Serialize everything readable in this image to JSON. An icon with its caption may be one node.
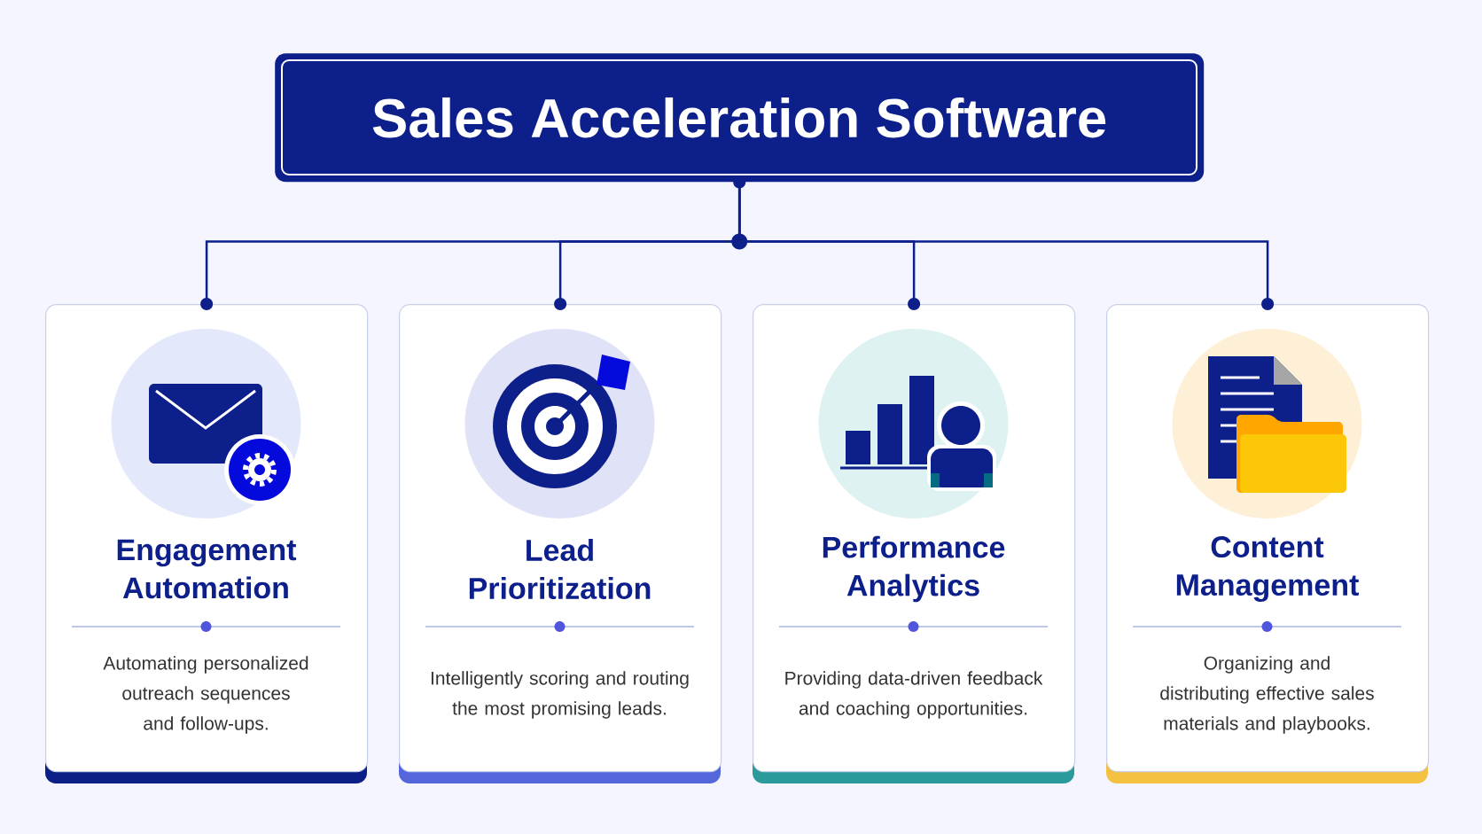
{
  "diagram": {
    "nodes": [
      {
        "text": [
          "Sales Acceleration Software"
        ]
      },
      {
        "text": [
          "Engagement Automation",
          "Automating personalized outreach sequences and follow-ups."
        ]
      },
      {
        "text": [
          "Lead Prioritization",
          "Intelligently scoring and routing the most promising leads."
        ]
      },
      {
        "text": [
          "Performance Analytics",
          "Providing data-driven feedback and coaching opportunities."
        ]
      },
      {
        "text": [
          "Content Management",
          "Organizing and distributing effective sales materials and playbooks."
        ]
      }
    ],
    "edges": [
      {
        "from": 0,
        "to": 1,
        "arrow": "other"
      },
      {
        "from": 0,
        "to": 2,
        "arrow": "other"
      },
      {
        "from": 0,
        "to": 3,
        "arrow": "other"
      },
      {
        "from": 0,
        "to": 4,
        "arrow": "other"
      }
    ]
  }
}
